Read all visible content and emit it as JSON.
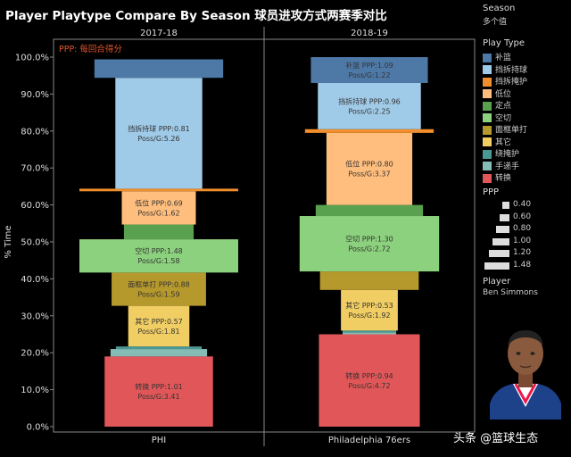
{
  "title": "Player Playtype Compare By Season 球员进攻方式两赛季对比",
  "legend": {
    "season_title": "Season",
    "season_value": "多个值",
    "playtype_title": "Play Type",
    "playtypes": [
      {
        "name": "补篮",
        "color": "#4e79a7"
      },
      {
        "name": "挡拆持球",
        "color": "#a0cbe8"
      },
      {
        "name": "挡拆掩护",
        "color": "#f28e2b"
      },
      {
        "name": "低位",
        "color": "#ffbe7d"
      },
      {
        "name": "定点",
        "color": "#59a14f"
      },
      {
        "name": "空切",
        "color": "#8cd17d"
      },
      {
        "name": "面框单打",
        "color": "#b6992d"
      },
      {
        "name": "其它",
        "color": "#f1ce63"
      },
      {
        "name": "绕掩护",
        "color": "#499894"
      },
      {
        "name": "手递手",
        "color": "#86bcb6"
      },
      {
        "name": "转换",
        "color": "#e15759"
      }
    ],
    "ppp_title": "PPP",
    "ppp_sizes": [
      "0.40",
      "0.60",
      "0.80",
      "1.00",
      "1.20",
      "1.48"
    ],
    "player_title": "Player",
    "player_value": "Ben Simmons"
  },
  "watermark": "头条 @篮球生态",
  "chart_data": {
    "type": "bar",
    "subtype": "stacked-100-percent, bar width encodes PPP",
    "ylabel": "% Time",
    "yticks": [
      "0.0%",
      "10.0%",
      "20.0%",
      "30.0%",
      "40.0%",
      "50.0%",
      "60.0%",
      "70.0%",
      "80.0%",
      "90.0%",
      "100.0%"
    ],
    "ylim": [
      0,
      100
    ],
    "annotation": "PPP: 每回合得分",
    "panels": [
      {
        "season": "2017-18",
        "team": "PHI",
        "segments": [
          {
            "playtype": "转换",
            "pct": 19.0,
            "label": "转换    PPP:1.01\nPoss/G:3.41",
            "width_ppp": 1.01
          },
          {
            "playtype": "手递手",
            "pct": 2.0,
            "label": "",
            "width_ppp": 0.9
          },
          {
            "playtype": "绕掩护",
            "pct": 0.7,
            "label": "",
            "width_ppp": 0.8
          },
          {
            "playtype": "其它",
            "pct": 11.0,
            "label": "其它    PPP:0.57\nPoss/G:1.81",
            "width_ppp": 0.57
          },
          {
            "playtype": "面框单打",
            "pct": 9.0,
            "label": "面框单打    PPP:0.88\nPoss/G:1.59",
            "width_ppp": 0.88
          },
          {
            "playtype": "空切",
            "pct": 9.0,
            "label": "空切    PPP:1.48\nPoss/G:1.58",
            "width_ppp": 1.48
          },
          {
            "playtype": "定点",
            "pct": 4.0,
            "label": "",
            "width_ppp": 0.65
          },
          {
            "playtype": "低位",
            "pct": 9.0,
            "label": "低位    PPP:0.69\nPoss/G:1.62",
            "width_ppp": 0.69
          },
          {
            "playtype": "挡拆掩护",
            "pct": 0.7,
            "label": "",
            "width_ppp": 1.48
          },
          {
            "playtype": "挡拆持球",
            "pct": 30.0,
            "label": "挡拆持球    PPP:0.81\nPoss/G:5.26",
            "width_ppp": 0.81
          },
          {
            "playtype": "补篮",
            "pct": 5.0,
            "label": "",
            "width_ppp": 1.2
          }
        ]
      },
      {
        "season": "2018-19",
        "team": "Philadelphia 76ers",
        "segments": [
          {
            "playtype": "转换",
            "pct": 25.0,
            "label": "转换    PPP:0.94\nPoss/G:4.72",
            "width_ppp": 0.94
          },
          {
            "playtype": "手递手",
            "pct": 0.5,
            "label": "",
            "width_ppp": 0.5
          },
          {
            "playtype": "绕掩护",
            "pct": 0.5,
            "label": "",
            "width_ppp": 0.5
          },
          {
            "playtype": "其它",
            "pct": 11.0,
            "label": "其它    PPP:0.53\nPoss/G:1.92",
            "width_ppp": 0.53
          },
          {
            "playtype": "面框单打",
            "pct": 5.0,
            "label": "",
            "width_ppp": 0.92
          },
          {
            "playtype": "空切",
            "pct": 15.0,
            "label": "空切    PPP:1.30\nPoss/G:2.72",
            "width_ppp": 1.3
          },
          {
            "playtype": "定点",
            "pct": 3.0,
            "label": "",
            "width_ppp": 1.0
          },
          {
            "playtype": "低位",
            "pct": 19.5,
            "label": "低位    PPP:0.80\nPoss/G:3.37",
            "width_ppp": 0.8
          },
          {
            "playtype": "挡拆掩护",
            "pct": 1.0,
            "label": "",
            "width_ppp": 1.2
          },
          {
            "playtype": "挡拆持球",
            "pct": 12.5,
            "label": "挡拆持球    PPP:0.96\nPoss/G:2.25",
            "width_ppp": 0.96
          },
          {
            "playtype": "补篮",
            "pct": 7.0,
            "label": "补篮    PPP:1.09\nPoss/G:1.22",
            "width_ppp": 1.09
          }
        ]
      }
    ]
  }
}
